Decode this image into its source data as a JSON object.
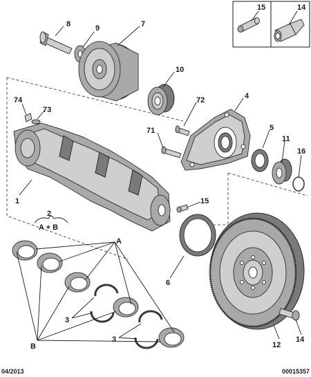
{
  "callouts": [
    {
      "id": "c8",
      "text": "8"
    },
    {
      "id": "c9",
      "text": "9"
    },
    {
      "id": "c7",
      "text": "7"
    },
    {
      "id": "c10",
      "text": "10"
    },
    {
      "id": "c74",
      "text": "74"
    },
    {
      "id": "c73",
      "text": "73"
    },
    {
      "id": "c72",
      "text": "72"
    },
    {
      "id": "c4",
      "text": "4"
    },
    {
      "id": "c71",
      "text": "71"
    },
    {
      "id": "c5",
      "text": "5"
    },
    {
      "id": "c11",
      "text": "11"
    },
    {
      "id": "c16",
      "text": "16"
    },
    {
      "id": "c1",
      "text": "1"
    },
    {
      "id": "c15",
      "text": "15"
    },
    {
      "id": "c2",
      "text": "2"
    },
    {
      "id": "cAB",
      "text": "A + B"
    },
    {
      "id": "cA",
      "text": "A"
    },
    {
      "id": "c6",
      "text": "6"
    },
    {
      "id": "c3a",
      "text": "3"
    },
    {
      "id": "c3b",
      "text": "3"
    },
    {
      "id": "cB",
      "text": "B"
    },
    {
      "id": "c12",
      "text": "12"
    },
    {
      "id": "c14",
      "text": "14"
    }
  ],
  "inset": {
    "left_label": "15",
    "right_label": "14"
  },
  "footer": {
    "date": "04/2013",
    "ref": "00015357"
  }
}
